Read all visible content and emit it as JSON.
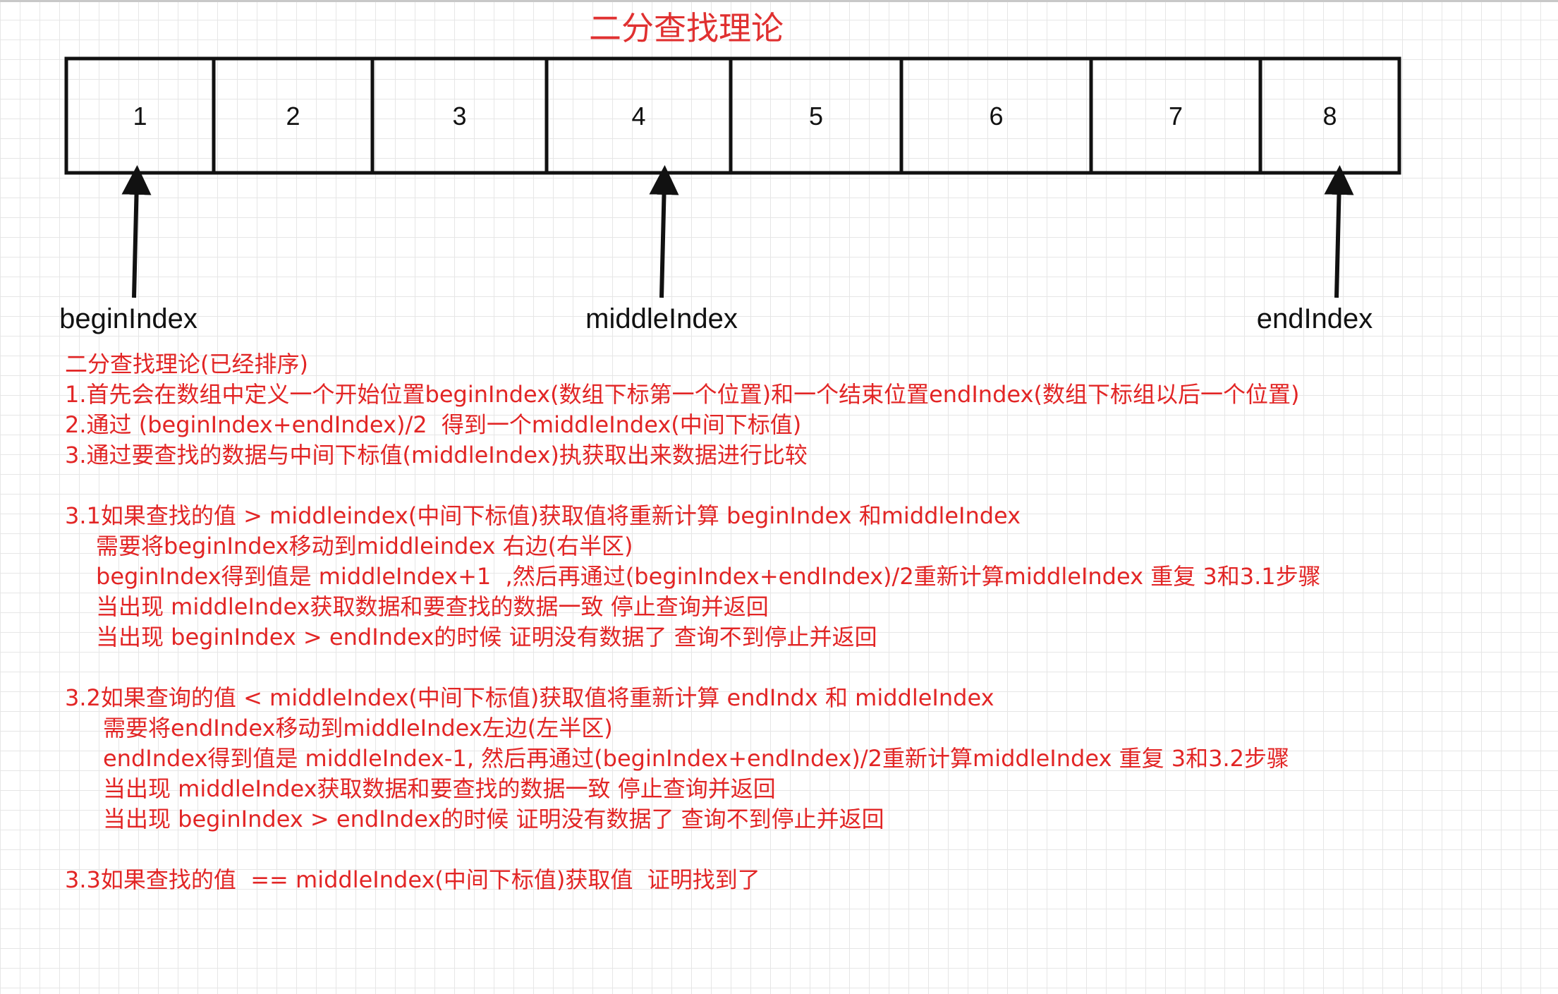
{
  "title": "二分查找理论",
  "array": {
    "cells": [
      "1",
      "2",
      "3",
      "4",
      "5",
      "6",
      "7",
      "8"
    ]
  },
  "pointers": [
    {
      "label": "beginIndex",
      "cell_index": 0
    },
    {
      "label": "middleIndex",
      "cell_index": 3
    },
    {
      "label": "endIndex",
      "cell_index": 7
    }
  ],
  "notes": [
    {
      "text": "二分查找理论(已经排序)",
      "indent": 0
    },
    {
      "text": "1.首先会在数组中定义一个开始位置beginIndex(数组下标第一个位置)和一个结束位置endIndex(数组下标组以后一个位置)",
      "indent": 0,
      "wrap": true
    },
    {
      "text": "2.通过 (beginIndex+endIndex)/2  得到一个middleIndex(中间下标值)",
      "indent": 0
    },
    {
      "text": "3.通过要查找的数据与中间下标值(middleIndex)执获取出来数据进行比较",
      "indent": 0
    },
    {
      "text": "",
      "indent": 0
    },
    {
      "text": "3.1如果查找的值 > middleindex(中间下标值)获取值将重新计算 beginIndex 和middleIndex",
      "indent": 0
    },
    {
      "text": "需要将beginIndex移动到middleindex 右边(右半区)",
      "indent": 1
    },
    {
      "text": "beginIndex得到值是 middleIndex+1  ,然后再通过(beginIndex+endIndex)/2重新计算middleIndex 重复 3和3.1步骤",
      "indent": 1
    },
    {
      "text": "当出现 middleIndex获取数据和要查找的数据一致 停止查询并返回",
      "indent": 1
    },
    {
      "text": "当出现 beginIndex > endIndex的时候 证明没有数据了 查询不到停止并返回",
      "indent": 1
    },
    {
      "text": "",
      "indent": 0
    },
    {
      "text": "3.2如果查询的值 < middleIndex(中间下标值)获取值将重新计算 endIndx 和 middleIndex",
      "indent": 0
    },
    {
      "text": "需要将endIndex移动到middleIndex左边(左半区)",
      "indent": 2
    },
    {
      "text": "endIndex得到值是 middleIndex-1, 然后再通过(beginIndex+endIndex)/2重新计算middleIndex 重复 3和3.2步骤",
      "indent": 2
    },
    {
      "text": "当出现 middleIndex获取数据和要查找的数据一致 停止查询并返回",
      "indent": 2
    },
    {
      "text": "当出现 beginIndex > endIndex的时候 证明没有数据了 查询不到停止并返回",
      "indent": 2
    },
    {
      "text": "",
      "indent": 0
    },
    {
      "text": "3.3如果查找的值  == middleIndex(中间下标值)获取值  证明找到了",
      "indent": 0
    }
  ],
  "colors": {
    "title": "#e03030",
    "notes": "#e22525",
    "stroke": "#111111",
    "grid": "#e6e6e6"
  }
}
